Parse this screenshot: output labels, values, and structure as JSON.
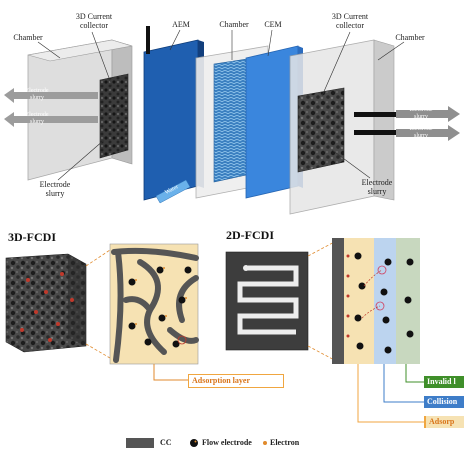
{
  "top": {
    "chamber_left": "Chamber",
    "collector_left": "3D Current\ncollector",
    "aem": "AEM",
    "chamber_mid": "Chamber",
    "cem": "CEM",
    "collector_right": "3D Current\ncollector",
    "chamber_right": "Chamber",
    "slurry_left_1": "Electrode\nslurry",
    "slurry_left_2": "Electrode\nslurry",
    "slurry_left_bottom": "Electrode\nslurry",
    "slurry_right_1": "Electrode\nslurry",
    "slurry_right_2": "Electrode\nslurry",
    "slurry_right_bottom": "Electrode\nslurry",
    "water_in": "Water"
  },
  "bottom": {
    "title_3d": "3D-FCDI",
    "title_2d": "2D-FCDI",
    "adsorption_tag_left": "Adsorption layer",
    "tag_invalid": "Invalid l",
    "tag_collision": "Collision",
    "tag_adsorp": "Adsorp"
  },
  "legend": {
    "cc": "CC",
    "flow_electrode": "Flow electrode",
    "electron": "Electron"
  },
  "colors": {
    "aem": "#1f5fb0",
    "cem": "#3a86dd",
    "adsorption_orange": "#f0a640",
    "invalid_green": "#3f8f2a",
    "collision_blue": "#3e7dc8",
    "cream": "#f6e2b3",
    "sage": "#c8d8bf",
    "light_blue": "#bcd4ef"
  }
}
